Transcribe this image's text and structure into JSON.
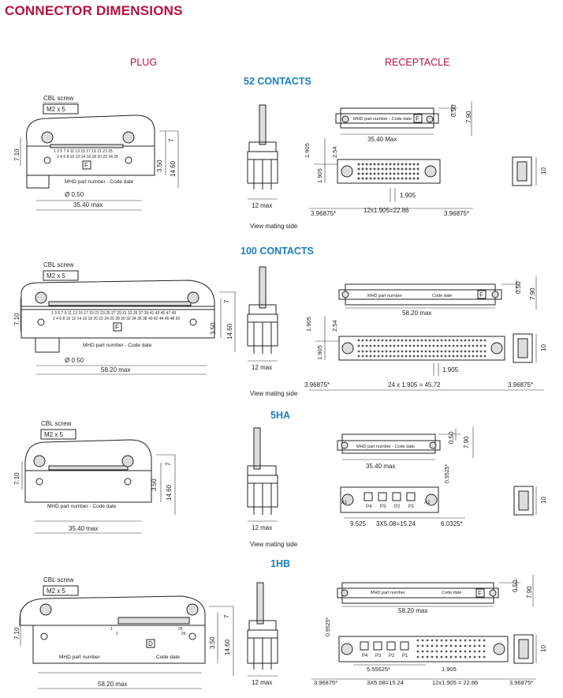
{
  "page_title": "CONNECTOR DIMENSIONS",
  "columns": {
    "plug": "PLUG",
    "receptacle": "RECEPTACLE"
  },
  "mating_note": "View mating side",
  "sections": [
    {
      "heading": "52 CONTACTS",
      "plug": {
        "cbl_screw": "CBL screw",
        "screw_size": "M2 x 5",
        "pin_row_top": "1 3 5 7 9 11 13 15 17 19 21 23 25",
        "pin_row_bottom": "2 4 6 8 10 12 14 16 18 20 22 24 26",
        "marker": "F",
        "part_label": "MHD part number - Code date",
        "dim_hole": "Ø 0.50",
        "dim_width": "35.40 max",
        "dim_left": "7.10",
        "dim_right_a": "7",
        "dim_right_b": "3.50",
        "dim_right_c": "14.60",
        "side_dim": "12 max"
      },
      "receptacle": {
        "part_label": "MHD part number - Code date",
        "marker": "F",
        "dim_width": "35.40 Max",
        "dim_top_a": "0.50",
        "dim_top_b": "7.90",
        "dim_v1": "1.905",
        "dim_v2": "2.54",
        "dim_v3": "1.905",
        "dim_pitch": "1.905",
        "dim_left": "3.96875*",
        "dim_row": "12x1.905=22.86",
        "dim_right": "3.96875*",
        "end_dim": "10"
      }
    },
    {
      "heading": "100 CONTACTS",
      "plug": {
        "cbl_screw": "CBL screw",
        "screw_size": "M2 x 5",
        "pin_row_top": "1 3 5 7 9 11 13 15 17 19 21 23 25 27 29 31 33 35 37 39 41 43 45 47 49",
        "pin_row_bottom": "2 4 6 8 10 12 14 16 18 20 22 24 26 28 30 32 34 36 38 40 42 44 46 48 50",
        "marker": "F",
        "part_label": "MHD part number - Code date",
        "dim_hole": "Ø 0.50",
        "dim_width": "58.20 max",
        "dim_left": "7.10",
        "dim_right_a": "7",
        "dim_right_b": "3.50",
        "dim_right_c": "14.60",
        "side_dim": "12 max"
      },
      "receptacle": {
        "part_label": "MHD part number",
        "code_label": "Code date",
        "marker": "F",
        "dim_width": "58.20 max",
        "dim_top_a": "0.50",
        "dim_top_b": "7.90",
        "dim_v1": "1.905",
        "dim_v2": "2.54",
        "dim_v3": "1.905",
        "dim_pitch": "1.905",
        "dim_left": "3.96875*",
        "dim_row": "24 x 1.905 = 45.72",
        "dim_right": "3.96875*",
        "end_dim": "10"
      }
    },
    {
      "heading": "5HA",
      "plug": {
        "cbl_screw": "CBL screw",
        "screw_size": "M2 x 5",
        "part_label": "MHD part number - Code date",
        "dim_width": "35.40 max",
        "dim_left": "7.10",
        "dim_right_a": "7",
        "dim_right_b": "3.50",
        "dim_right_c": "14.60",
        "side_dim": "12 max"
      },
      "receptacle": {
        "part_label": "MHD part number - Code date",
        "dim_width": "35.40 max",
        "dim_top_a": "0.50",
        "dim_top_b": "7.90",
        "dim_v1": "0.9525*",
        "contacts": [
          "A1",
          "P4",
          "P3",
          "P2",
          "P1",
          "A2"
        ],
        "dim_a": "9.525",
        "dim_b": "3X5.08=15.24",
        "dim_c": "6.0325*",
        "end_dim": "10"
      }
    },
    {
      "heading": "1HB",
      "plug": {
        "cbl_screw": "CBL screw",
        "screw_size": "M2 x 5",
        "pin_a": "1",
        "pin_b": "2",
        "pin_c": "25",
        "pin_d": "26",
        "marker": "D",
        "part_label": "MHD part number",
        "code_label": "Code date",
        "dim_width": "58.20 max",
        "dim_left": "7.10",
        "dim_right_a": "7",
        "dim_right_b": "3.50",
        "dim_right_c": "14.60",
        "side_dim": "12 max"
      },
      "receptacle": {
        "part_label": "MHD part number",
        "code_label": "Code date",
        "marker": "F",
        "dim_width": "58.20 max",
        "dim_top_a": "0.50",
        "dim_top_b": "7.90",
        "dim_v1": "0.9525*",
        "contacts": [
          "P4",
          "P3",
          "P2",
          "P1"
        ],
        "dim_a": "5.55625*",
        "dim_b": "1.905",
        "dim_c": "3.96875*",
        "dim_d": "3X5.08=15.24",
        "dim_e": "12x1.905 = 22.86",
        "dim_f": "3.96875*",
        "end_dim": "10"
      }
    }
  ]
}
